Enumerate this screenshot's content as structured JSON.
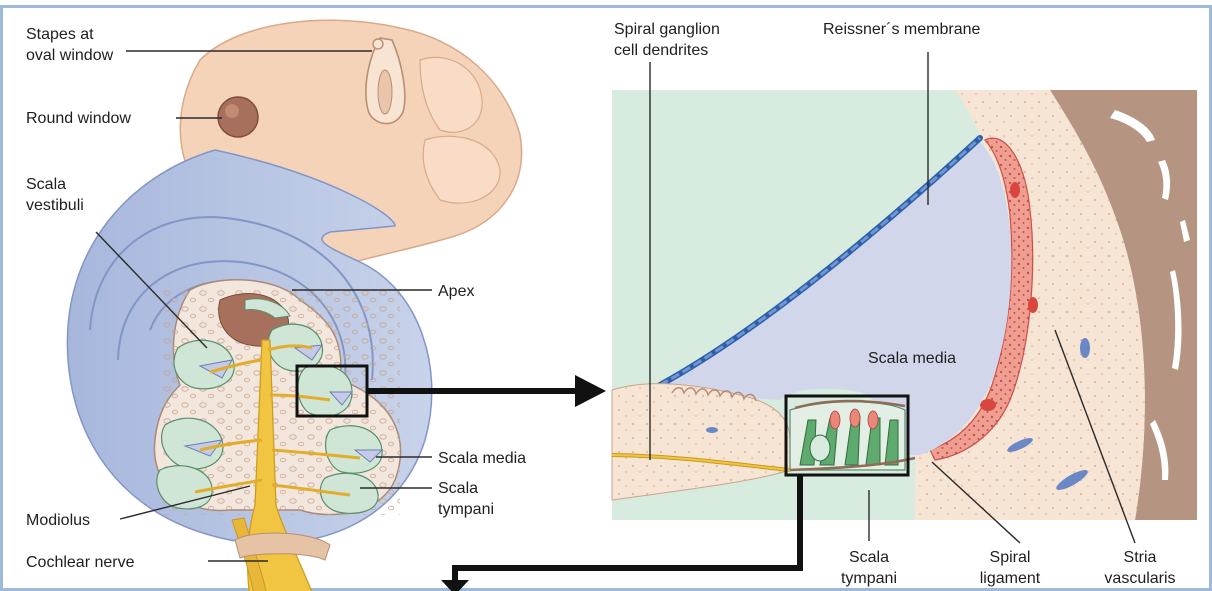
{
  "labels": {
    "stapes_1": "Stapes at",
    "stapes_2": "oval window",
    "round_window": "Round window",
    "scala_vestibuli_1": "Scala",
    "scala_vestibuli_2": "vestibuli",
    "apex": "Apex",
    "scala_media_left": "Scala media",
    "scala_tympani_left_1": "Scala",
    "scala_tympani_left_2": "tympani",
    "modiolus": "Modiolus",
    "cochlear_nerve": "Cochlear nerve",
    "spiral_ganglion_1": "Spiral ganglion",
    "spiral_ganglion_2": "cell dendrites",
    "reissner": "Reissner´s membrane",
    "scala_media_right": "Scala media",
    "scala_tympani_right_1": "Scala",
    "scala_tympani_right_2": "tympani",
    "spiral_ligament_1": "Spiral",
    "spiral_ligament_2": "ligament",
    "stria_1": "Stria",
    "stria_2": "vascularis"
  },
  "colors": {
    "frame_border": "#9fbad8",
    "bony_labyrinth": "#f5d3b8",
    "cochlea_blue": "#a7b7dc",
    "cochlea_blue_dark": "#8196c7",
    "perilymph_green": "#d8ebdf",
    "endolymph_lilac": "#d2d6ea",
    "tissue_peach": "#f6e4d4",
    "stria_red": "#e9877a",
    "nerve_yellow": "#f1c542",
    "hair_cell_green": "#5faa6e",
    "bone_brown": "#c9a48c"
  }
}
